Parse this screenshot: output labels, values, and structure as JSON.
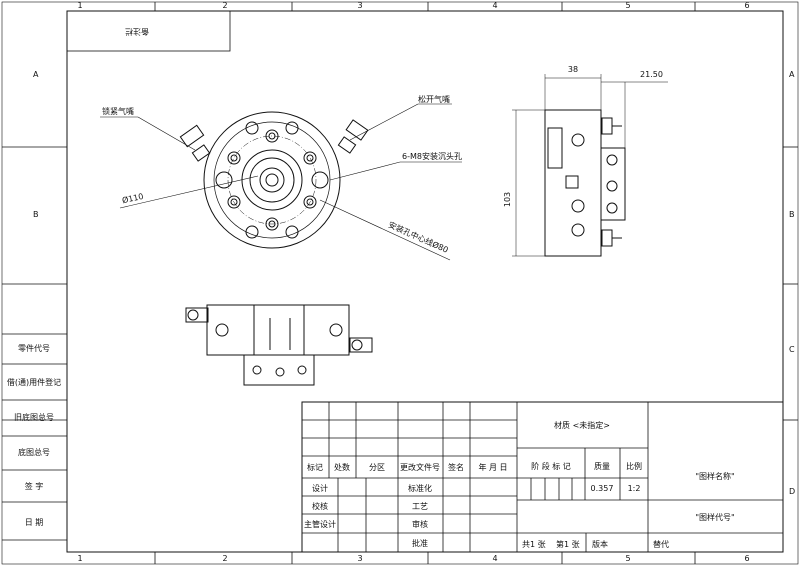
{
  "border": {
    "columns": [
      "1",
      "2",
      "3",
      "4",
      "5",
      "6"
    ],
    "rows": [
      "A",
      "B",
      "C",
      "D"
    ]
  },
  "top_note": "备注栏",
  "callouts": {
    "lock_air": "锁紧气嘴",
    "release_air": "松开气嘴",
    "mount_holes": "6-M8安装沉头孔",
    "dia110": "Ø110",
    "mount_circle": "安装孔中心线Ø80"
  },
  "dimensions": {
    "width_38": "38",
    "offset_21_50": "21.50",
    "height_103": "103"
  },
  "left_block": {
    "items": [
      "零件代号",
      "借(通)用件登记",
      "旧底图总号",
      "底图总号",
      "签  字",
      "日  期"
    ]
  },
  "title_block": {
    "headers": [
      "标记",
      "处数",
      "分区",
      "更改文件号",
      "签名",
      "年 月 日"
    ],
    "roles": [
      "设计",
      "校核",
      "主管设计"
    ],
    "roles2": [
      "标准化",
      "工艺",
      "审核",
      "批准"
    ],
    "material": "材质 <未指定>",
    "stage_label": "阶 段 标 记",
    "mass_label": "质量",
    "scale_label": "比例",
    "mass_value": "0.357",
    "scale_value": "1:2",
    "drawing_name": "\"图样名称\"",
    "drawing_code": "\"图样代号\"",
    "sheets_total": "共1 张",
    "sheet_no": "第1 张",
    "version": "版本",
    "replace": "替代"
  }
}
